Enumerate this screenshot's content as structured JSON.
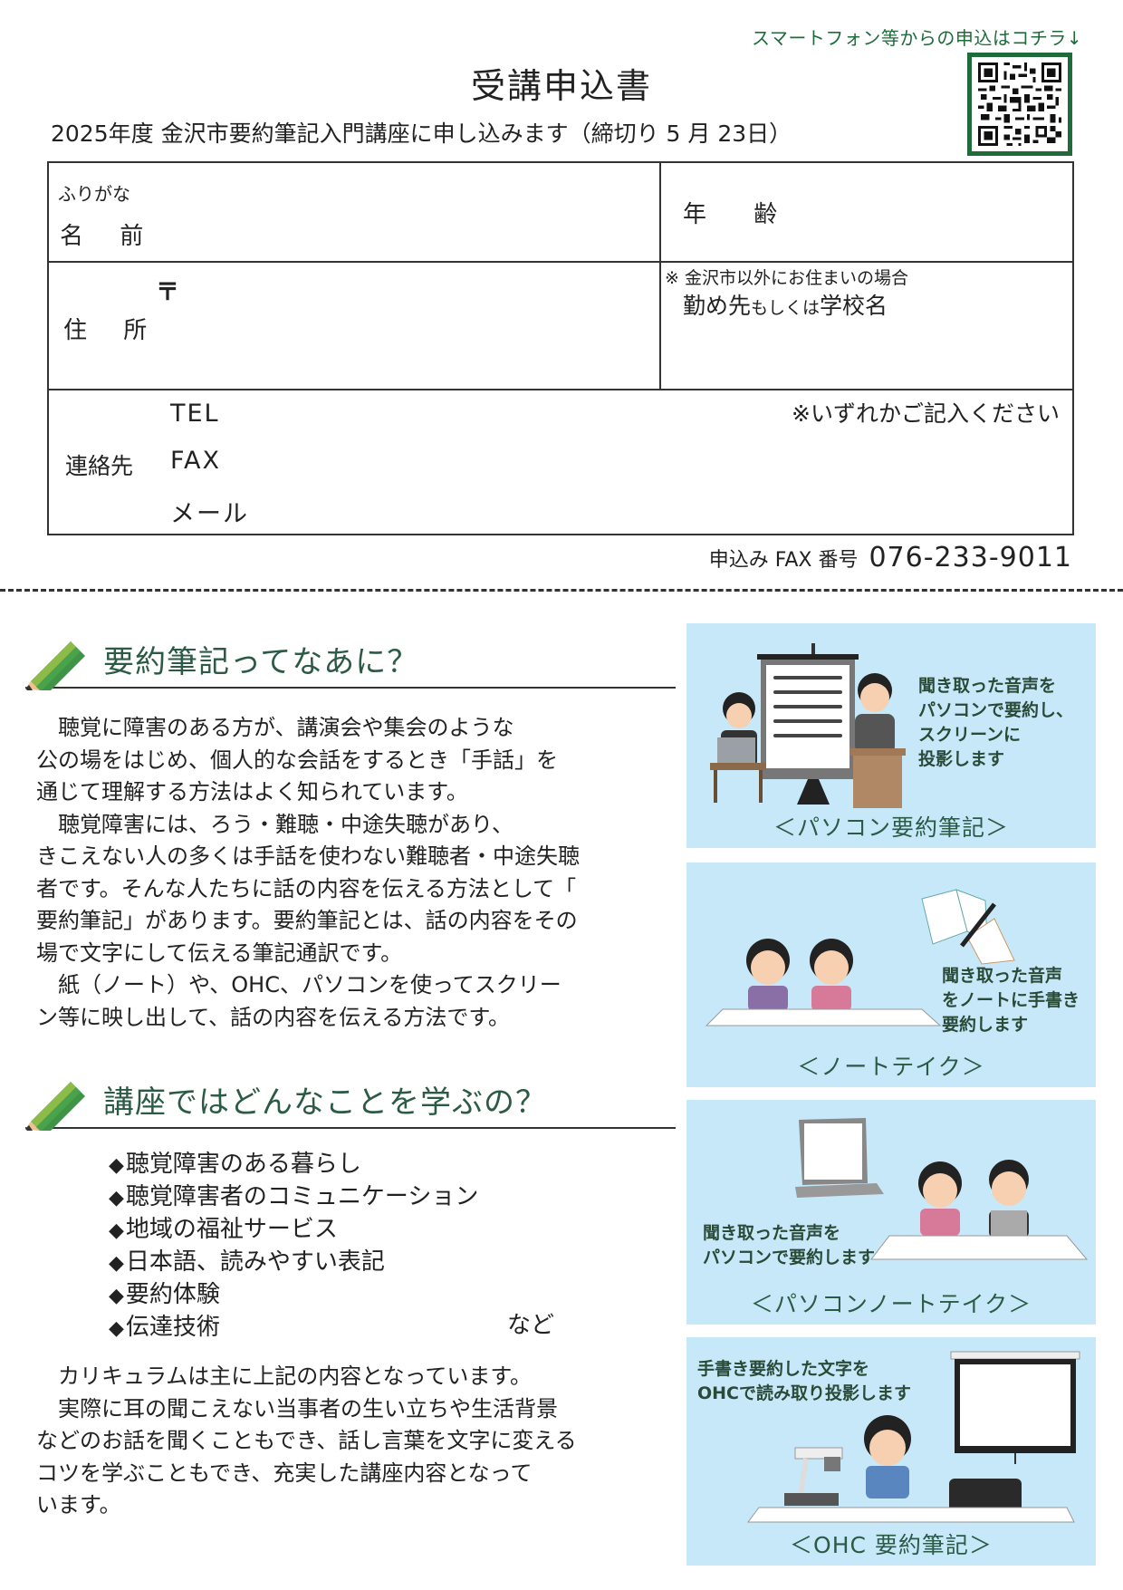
{
  "header": {
    "qr_caption": "スマートフォン等からの申込はコチラ↓",
    "qr_icon": "qr-code",
    "title": "受講申込書",
    "subtitle": "2025年度 金沢市要約筆記入門講座に申し込みます（締切り 5 月 23日）"
  },
  "form": {
    "furigana_label": "ふりがな",
    "name_label": "名 前",
    "age_label": "年 齢",
    "postal_mark": "〒",
    "address_label": "住 所",
    "outside_note": "※ 金沢市以外にお住まいの場合",
    "workplace_label_a": "勤め先",
    "workplace_label_b": "もしくは",
    "workplace_label_c": "学校名",
    "contact_label": "連絡先",
    "contact_note": "※いずれかご記入ください",
    "contact_items": [
      "TEL",
      "FAX",
      "メール"
    ]
  },
  "fax": {
    "label": "申込み FAX 番号",
    "number": "076-233-9011"
  },
  "section1": {
    "heading": "要約筆記ってなあに？",
    "paragraph": "　聴覚に障害のある方が、講演会や集会のような\n公の場をはじめ、個人的な会話をするとき「手話」を\n通じて理解する方法はよく知られています。\n　聴覚障害には、ろう・難聴・中途失聴があり、\nきこえない人の多くは手話を使わない難聴者・中途失聴\n者です。そんな人たちに話の内容を伝える方法として「\n要約筆記」があります。要約筆記とは、話の内容をその\n場で文字にして伝える筆記通訳です。\n　紙（ノート）や、OHC、パソコンを使ってスクリー\nン等に映し出して、話の内容を伝える方法です。"
  },
  "section2": {
    "heading": "講座ではどんなことを学ぶの？",
    "bullet": "◆",
    "topics": [
      "聴覚障害のある暮らし",
      "聴覚障害者のコミュニケーション",
      "地域の福祉サービス",
      "日本語、読みやすい表記",
      "要約体験",
      "伝達技術"
    ],
    "etc": "など",
    "paragraph": "　カリキュラムは主に上記の内容となっています。\n　実際に耳の聞こえない当事者の生い立ちや生活背景\nなどのお話を聞くこともでき、話し言葉を文字に変える\nコツを学ぶこともでき、充実した講座内容となって\nいます。"
  },
  "panels": [
    {
      "caption": "＜パソコン要約筆記＞",
      "description": "聞き取った音声を\nパソコンで要約し、\nスクリーンに\n投影します"
    },
    {
      "caption": "＜ノートテイク＞",
      "description": "聞き取った音声\nをノートに手書き\n要約します"
    },
    {
      "caption": "＜パソコンノートテイク＞",
      "description": "聞き取った音声を\nパソコンで要約します"
    },
    {
      "caption": "＜OHC 要約筆記＞",
      "description": "手書き要約した文字を\nOHCで読み取り投影します"
    }
  ],
  "colors": {
    "accent_green": "#1f6b3a",
    "heading_green": "#2b5a45",
    "panel_blue": "#c6e8f8",
    "pencil_green": "#4aa24a"
  }
}
